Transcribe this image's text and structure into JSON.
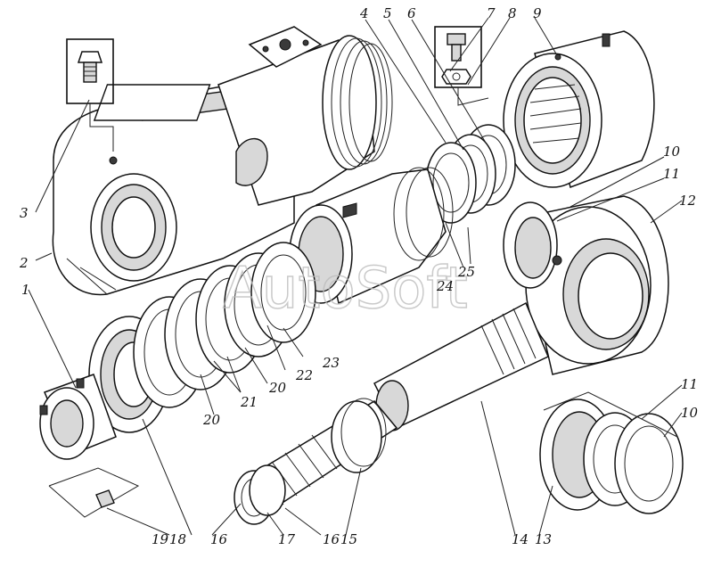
{
  "watermark": "AutoSoft",
  "labels": {
    "l1": "1",
    "l2": "2",
    "l3": "3",
    "l4": "4",
    "l5": "5",
    "l6": "6",
    "l7": "7",
    "l8": "8",
    "l9": "9",
    "l10a": "10",
    "l11a": "11",
    "l12": "12",
    "l13": "13",
    "l14": "14",
    "l15": "15",
    "l16a": "16",
    "l16b": "16",
    "l17": "17",
    "l18": "18",
    "l19": "19",
    "l20a": "20",
    "l20b": "20",
    "l21": "21",
    "l22": "22",
    "l23": "23",
    "l24": "24",
    "l25": "25",
    "l10b": "10",
    "l11b": "11"
  }
}
